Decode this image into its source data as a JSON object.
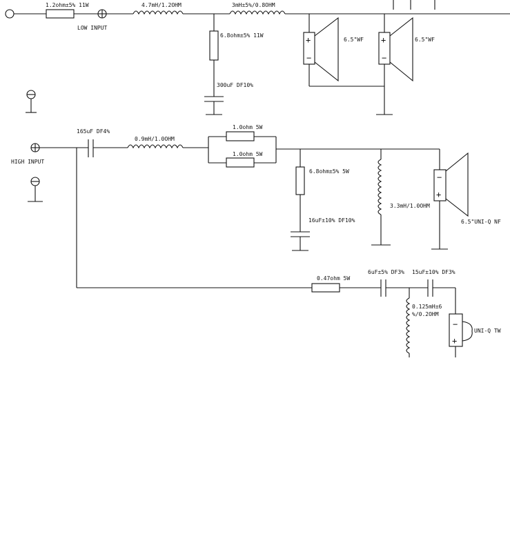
{
  "sections": {
    "low": {
      "resistor_series": "1.2ohm±5% 11W",
      "input_label": "LOW INPUT",
      "inductor_1": "4.7mH/1.2OHM",
      "inductor_2": "3mH±5%/0.8OHM",
      "resistor_shunt": "6.8ohm±5% 11W",
      "capacitor_shunt": "300uF DF10%",
      "woofer_1": "6.5\"WF",
      "woofer_2": "6.5\"WF"
    },
    "high": {
      "input_label": "HIGH INPUT",
      "capacitor_input": "165uF DF4%",
      "inductor_1": "0.9mH/1.0OHM",
      "resistor_parallel_a": "1.0ohm 5W",
      "resistor_parallel_b": "1.0ohm 5W",
      "resistor_shunt": "6.8ohm±5% 5W",
      "capacitor_shunt": "16uF±10% DF10%",
      "inductor_shunt": "3.3mH/1.0OHM",
      "driver": "6.5\"UNI-Q NF"
    },
    "tweeter": {
      "resistor_series": "0.47ohm 5W",
      "capacitor_1": "6uF±5% DF3%",
      "capacitor_2": "15uF±10% DF3%",
      "inductor_line1": "0.125mH±6",
      "inductor_line2": "%/0.2OHM",
      "driver": "UNI-Q TW"
    }
  }
}
